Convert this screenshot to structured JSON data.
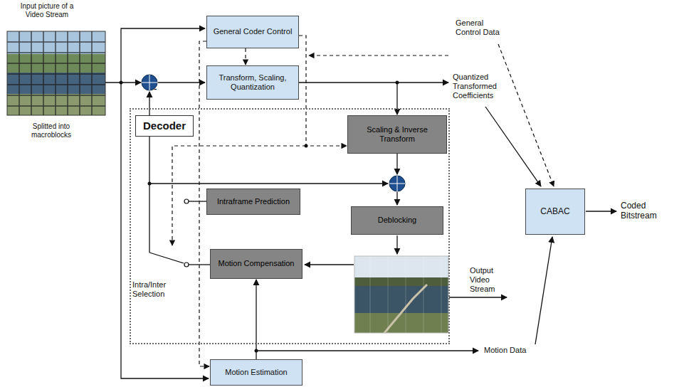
{
  "diagram": {
    "nodes": [
      {
        "text": [
          "General Coder Control"
        ]
      },
      {
        "text": [
          "Transform, Scaling, Quantization"
        ]
      },
      {
        "text": [
          "Decoder"
        ]
      },
      {
        "text": [
          "Scaling & Inverse Transform"
        ],
        "in": 2
      },
      {
        "text": [
          "Intraframe Prediction"
        ],
        "in": 2
      },
      {
        "text": [
          "Deblocking"
        ],
        "in": 2
      },
      {
        "text": [
          "Motion Compensation"
        ],
        "in": 2
      },
      {
        "text": [
          "CABAC"
        ]
      },
      {
        "text": [
          "Motion Estimation"
        ]
      }
    ],
    "edges": [
      {
        "from": 0,
        "to": 1,
        "arrow": "to"
      },
      {
        "from": 0,
        "to": 3,
        "arrow": "to"
      },
      {
        "from": 1,
        "to": 3,
        "arrow": "to"
      },
      {
        "from": 0,
        "to": 8,
        "arrow": "to"
      },
      {
        "from": 8,
        "to": 6,
        "arrow": "to"
      }
    ],
    "labels": [
      "Input picture of a Video Stream",
      "Splitted into macroblocks",
      "-",
      "General Control Data",
      "Quantized Transformed Coefficients",
      "Intra/Inter Selection",
      "Output Video Stream",
      "Coded Bitstream",
      "Motion Data"
    ]
  }
}
